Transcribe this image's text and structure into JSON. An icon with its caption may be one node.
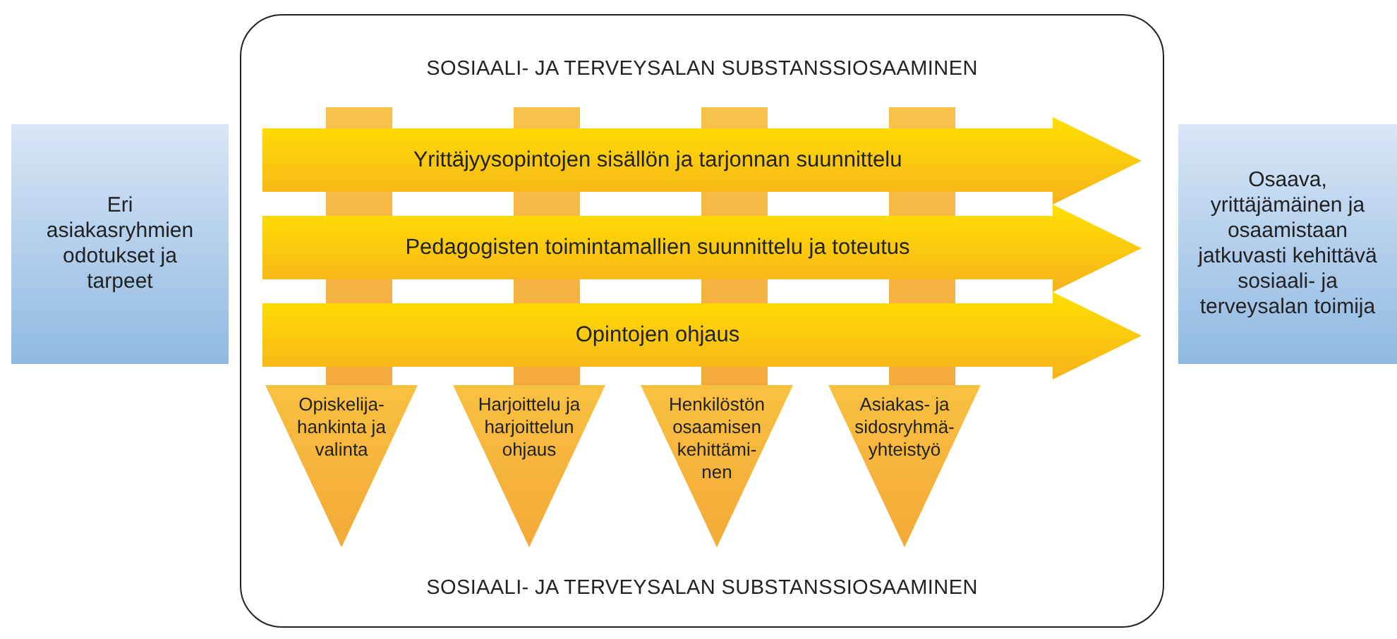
{
  "diagram": {
    "nodes": [
      {
        "text": [
          "Eri asiakasryhmien odotukset ja tarpeet"
        ]
      },
      {
        "text": [
          "SOSIAALI- JA TERVEYSALAN SUBSTANSSIOSAAMINEN",
          "SOSIAALI- JA TERVEYSALAN SUBSTANSSIOSAAMINEN"
        ]
      },
      {
        "text": [
          "Yrittäjyysopintojen sisällön ja tarjonnan suunnittelu"
        ],
        "in": 1
      },
      {
        "text": [
          "Pedagogisten toimintamallien suunnittelu ja toteutus"
        ],
        "in": 1
      },
      {
        "text": [
          "Opintojen ohjaus"
        ],
        "in": 1
      },
      {
        "text": [
          "Opiskelija- hankinta ja valinta"
        ],
        "in": 1
      },
      {
        "text": [
          "Harjoittelu ja harjoittelun ohjaus"
        ],
        "in": 1
      },
      {
        "text": [
          "Henkilöstön osaamisen kehittämi- nen"
        ],
        "in": 1
      },
      {
        "text": [
          "Asiakas- ja sidosryhmä- yhteistyö"
        ],
        "in": 1
      },
      {
        "text": [
          "Osaava, yrittäjämäinen ja osaamistaan jatkuvasti kehittävä sosiaali- ja terveysalan toimija"
        ]
      }
    ]
  }
}
